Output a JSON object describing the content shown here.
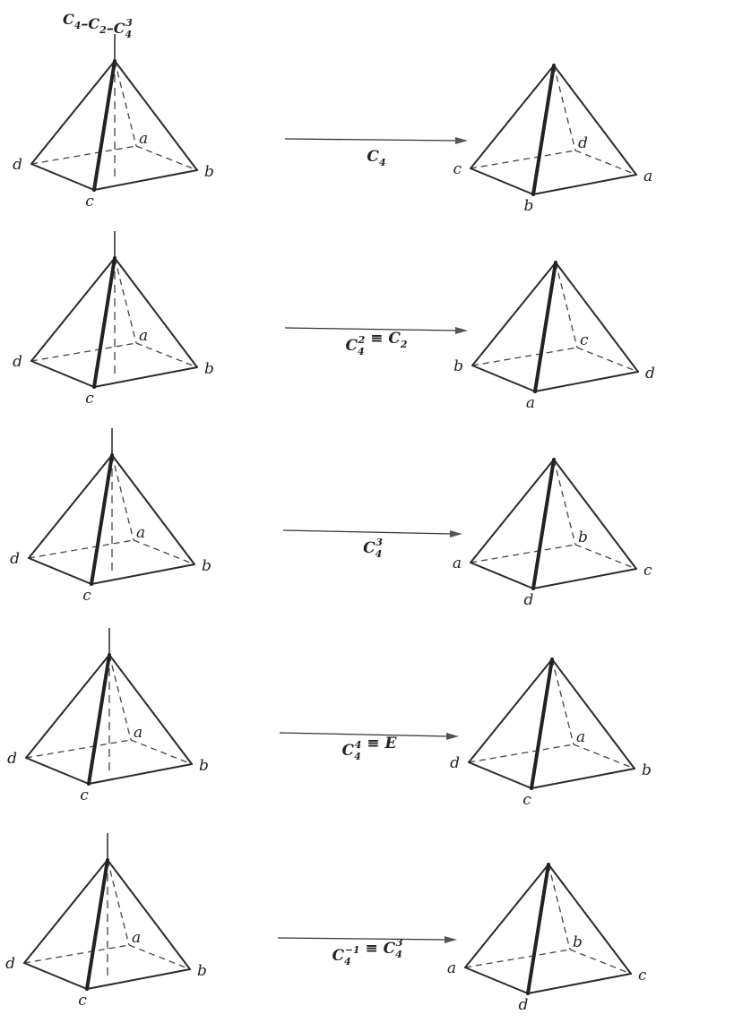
{
  "axis_label": {
    "parts": [
      {
        "base": "C",
        "sub": "4",
        "sup": ""
      },
      {
        "base": "–C",
        "sub": "2",
        "sup": ""
      },
      {
        "base": "–C",
        "sub": "4",
        "sup": "3"
      }
    ]
  },
  "rows": [
    {
      "operation": {
        "parts": [
          {
            "base": "C",
            "sub": "4",
            "sup": ""
          }
        ]
      },
      "before": {
        "back": "a",
        "left": "d",
        "right": "b",
        "front": "c"
      },
      "after": {
        "back": "d",
        "left": "c",
        "right": "a",
        "front": "b"
      }
    },
    {
      "operation": {
        "parts": [
          {
            "base": "C",
            "sub": "4",
            "sup": "2"
          },
          {
            "base": " ≡ C",
            "sub": "2",
            "sup": ""
          }
        ]
      },
      "before": {
        "back": "a",
        "left": "d",
        "right": "b",
        "front": "c"
      },
      "after": {
        "back": "c",
        "left": "b",
        "right": "d",
        "front": "a"
      }
    },
    {
      "operation": {
        "parts": [
          {
            "base": "C",
            "sub": "4",
            "sup": "3"
          }
        ]
      },
      "before": {
        "back": "a",
        "left": "d",
        "right": "b",
        "front": "c"
      },
      "after": {
        "back": "b",
        "left": "a",
        "right": "c",
        "front": "d"
      }
    },
    {
      "operation": {
        "parts": [
          {
            "base": "C",
            "sub": "4",
            "sup": "4"
          },
          {
            "base": " ≡ E",
            "sub": "",
            "sup": ""
          }
        ]
      },
      "before": {
        "back": "a",
        "left": "d",
        "right": "b",
        "front": "c"
      },
      "after": {
        "back": "a",
        "left": "d",
        "right": "b",
        "front": "c"
      }
    },
    {
      "operation": {
        "parts": [
          {
            "base": "C",
            "sub": "4",
            "sup": "−1"
          },
          {
            "base": " ≡ C",
            "sub": "4",
            "sup": "3"
          }
        ]
      },
      "before": {
        "back": "a",
        "left": "d",
        "right": "b",
        "front": "c"
      },
      "after": {
        "back": "b",
        "left": "a",
        "right": "c",
        "front": "d"
      }
    }
  ]
}
